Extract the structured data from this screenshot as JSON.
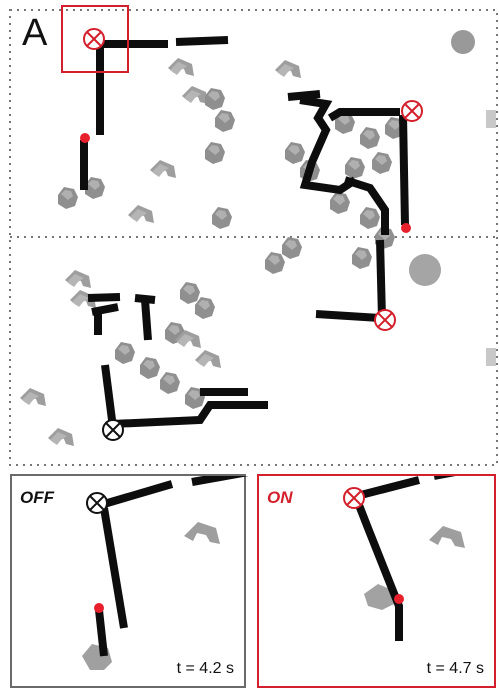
{
  "figure": {
    "panel_label": "A",
    "colors": {
      "off_accent": "#111111",
      "on_accent": "#d4202c",
      "trajectory": "#0d0d0d",
      "robot": "#9a9a9a",
      "gridline": "#888888"
    },
    "insets": [
      {
        "label": "OFF",
        "time": "t = 4.2 s",
        "color": "#111111"
      },
      {
        "label": "ON",
        "time": "t = 4.7 s",
        "color": "#d4202c"
      }
    ]
  }
}
